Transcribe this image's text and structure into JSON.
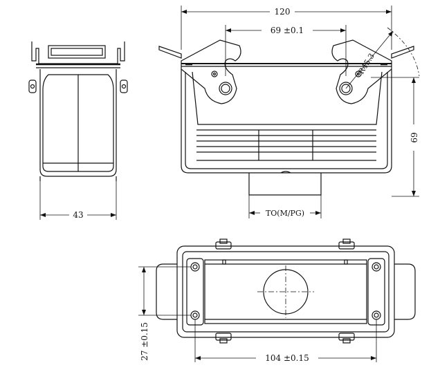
{
  "drawing": {
    "views": {
      "side": {
        "width_label": "43"
      },
      "front": {
        "overall_width_label": "120",
        "pin_spacing_label": "69 ±0.1",
        "radius_label": "R45.3",
        "height_label": "69",
        "cable_entry_label": "TO(M/PG)"
      },
      "top": {
        "mount_spacing_label": "104 ±0.15",
        "mount_depth_label": "27 ±0.15"
      }
    },
    "colors": {
      "line": "#111111",
      "background": "#ffffff"
    }
  }
}
